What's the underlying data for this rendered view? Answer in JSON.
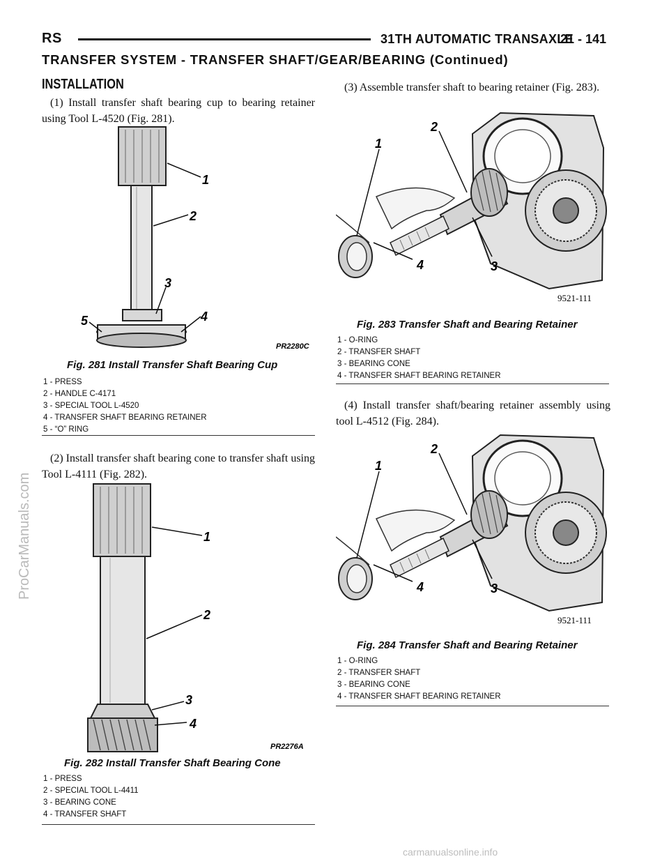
{
  "header": {
    "section_code": "RS",
    "chapter_title": "31TH AUTOMATIC TRANSAXLE",
    "page_number": "21 - 141"
  },
  "section_title": "TRANSFER SYSTEM - TRANSFER SHAFT/GEAR/BEARING (Continued)",
  "installation_heading": "INSTALLATION",
  "steps": {
    "step1": "(1) Install transfer shaft bearing cup to bearing retainer using Tool L-4520 (Fig. 281).",
    "step2": "(2) Install transfer shaft bearing cone to transfer shaft using Tool L-4111 (Fig. 282).",
    "step3": "(3) Assemble transfer shaft to bearing retainer (Fig. 283).",
    "step4": "(4) Install transfer shaft/bearing retainer assembly using tool L-4512 (Fig. 284)."
  },
  "figures": {
    "fig281": {
      "caption": "Fig. 281 Install Transfer Shaft Bearing Cup",
      "code": "PR2280C",
      "callouts": [
        "1",
        "2",
        "3",
        "4",
        "5"
      ],
      "legend": [
        "1 - PRESS",
        "2 - HANDLE C-4171",
        "3 - SPECIAL TOOL L-4520",
        "4 - TRANSFER SHAFT BEARING RETAINER",
        "5 - “O” RING"
      ]
    },
    "fig282": {
      "caption": "Fig. 282 Install Transfer Shaft Bearing Cone",
      "code": "PR2276A",
      "callouts": [
        "1",
        "2",
        "3",
        "4"
      ],
      "legend": [
        "1 - PRESS",
        "2 - SPECIAL TOOL L-4411",
        "3 - BEARING CONE",
        "4 - TRANSFER SHAFT"
      ]
    },
    "fig283": {
      "caption": "Fig. 283 Transfer Shaft and Bearing Retainer",
      "code": "9521-111",
      "callouts": [
        "1",
        "2",
        "3",
        "4"
      ],
      "legend": [
        "1 - O-RING",
        "2 - TRANSFER SHAFT",
        "3 - BEARING CONE",
        "4 - TRANSFER SHAFT BEARING RETAINER"
      ]
    },
    "fig284": {
      "caption": "Fig. 284 Transfer Shaft and Bearing Retainer",
      "code": "9521-111",
      "callouts": [
        "1",
        "2",
        "3",
        "4"
      ],
      "legend": [
        "1 - O-RING",
        "2 - TRANSFER SHAFT",
        "3 - BEARING CONE",
        "4 - TRANSFER SHAFT BEARING RETAINER"
      ]
    }
  },
  "watermark": "ProCarManuals.com",
  "footer": "carmanualsonline.info"
}
